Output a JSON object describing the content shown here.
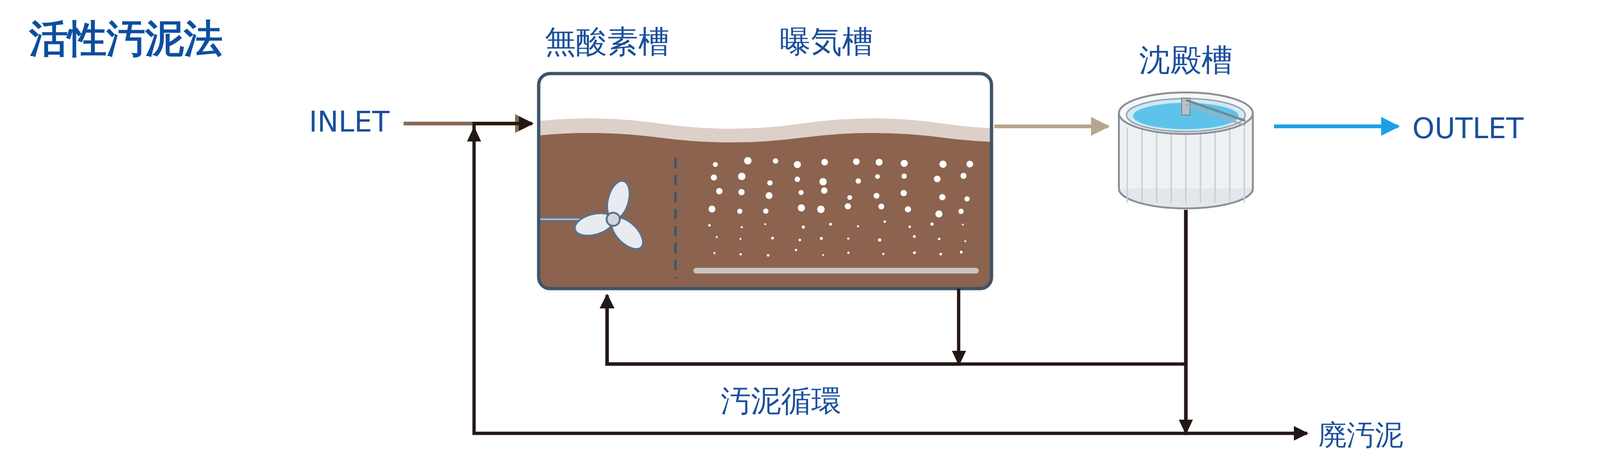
{
  "diagram": {
    "title": "活性汚泥法",
    "nodes": [
      {
        "text": [
          "INLET"
        ]
      },
      {
        "text": [
          "無酸素槽"
        ]
      },
      {
        "text": [
          "曝気槽"
        ]
      },
      {
        "text": [
          "沈殿槽"
        ]
      },
      {
        "text": [
          "OUTLET"
        ]
      },
      {
        "text": [
          "廃汚泥"
        ]
      }
    ],
    "edges": [
      {
        "from": 0,
        "to": 1,
        "arrow": "to"
      },
      {
        "from": 2,
        "to": 3,
        "arrow": "to"
      },
      {
        "from": 3,
        "to": 4,
        "arrow": "to"
      },
      {
        "from": 3,
        "to": 1,
        "label": "汚泥循環",
        "arrow": "to"
      },
      {
        "from": 2,
        "to": 1,
        "arrow": "to"
      },
      {
        "from": 3,
        "to": 5,
        "arrow": "to"
      },
      {
        "from": 3,
        "to": 1,
        "arrow": "to"
      }
    ]
  }
}
